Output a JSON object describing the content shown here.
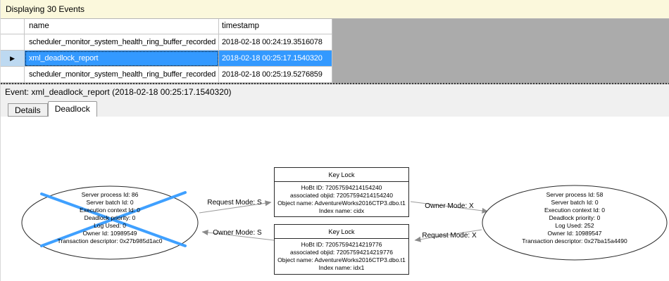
{
  "header": {
    "title": "Displaying 30 Events"
  },
  "grid": {
    "columns": [
      "name",
      "timestamp"
    ],
    "rows": [
      {
        "name": "scheduler_monitor_system_health_ring_buffer_recorded",
        "timestamp": "2018-02-18 00:24:19.3516078"
      },
      {
        "name": "xml_deadlock_report",
        "timestamp": "2018-02-18 00:25:17.1540320"
      },
      {
        "name": "scheduler_monitor_system_health_ring_buffer_recorded",
        "timestamp": "2018-02-18 00:25:19.5276859"
      }
    ],
    "selected_row_index": 1
  },
  "icons": {
    "current_row_marker": "▶"
  },
  "event_bar": {
    "label": "Event: xml_deadlock_report (2018-02-18 00:25:17.1540320)"
  },
  "tabs": {
    "details": "Details",
    "deadlock": "Deadlock",
    "active": "Deadlock"
  },
  "graph": {
    "left_process": {
      "role": "deadlock-victim",
      "lines": [
        "Server process Id: 86",
        "Server batch Id: 0",
        "Execution context Id: 0",
        "Deadlock priority: 0",
        "Log Used: 0",
        "Owner Id: 10989549",
        "Transaction descriptor: 0x27b985d1ac0"
      ]
    },
    "right_process": {
      "role": "survivor",
      "lines": [
        "Server process Id: 58",
        "Server batch Id: 0",
        "Execution context Id: 0",
        "Deadlock priority: 0",
        "Log Used: 252",
        "Owner Id: 10989547",
        "Transaction descriptor: 0x27ba15a4490"
      ]
    },
    "top_lock": {
      "title": "Key Lock",
      "lines": [
        "HoBt ID: 72057594214154240",
        "associated objid: 72057594214154240",
        "Object name: AdventureWorks2016CTP3.dbo.t1",
        "Index name: cidx"
      ]
    },
    "bottom_lock": {
      "title": "Key Lock",
      "lines": [
        "HoBt ID: 72057594214219776",
        "associated objid: 72057594214219776",
        "Object name: AdventureWorks2016CTP3.dbo.t1",
        "Index name: idx1"
      ]
    },
    "edges": {
      "request_s": "Request Mode: S",
      "owner_s": "Owner Mode: S",
      "owner_x": "Owner Mode: X",
      "request_x": "Request Mode: X"
    }
  },
  "colors": {
    "selection_blue": "#3399FF",
    "selection_marker_bg": "#BDD9F1",
    "victim_cross_blue": "#3FA0FF",
    "info_bar_yellow": "#FBF8DC",
    "grid_filler_gray": "#ABABAB"
  }
}
